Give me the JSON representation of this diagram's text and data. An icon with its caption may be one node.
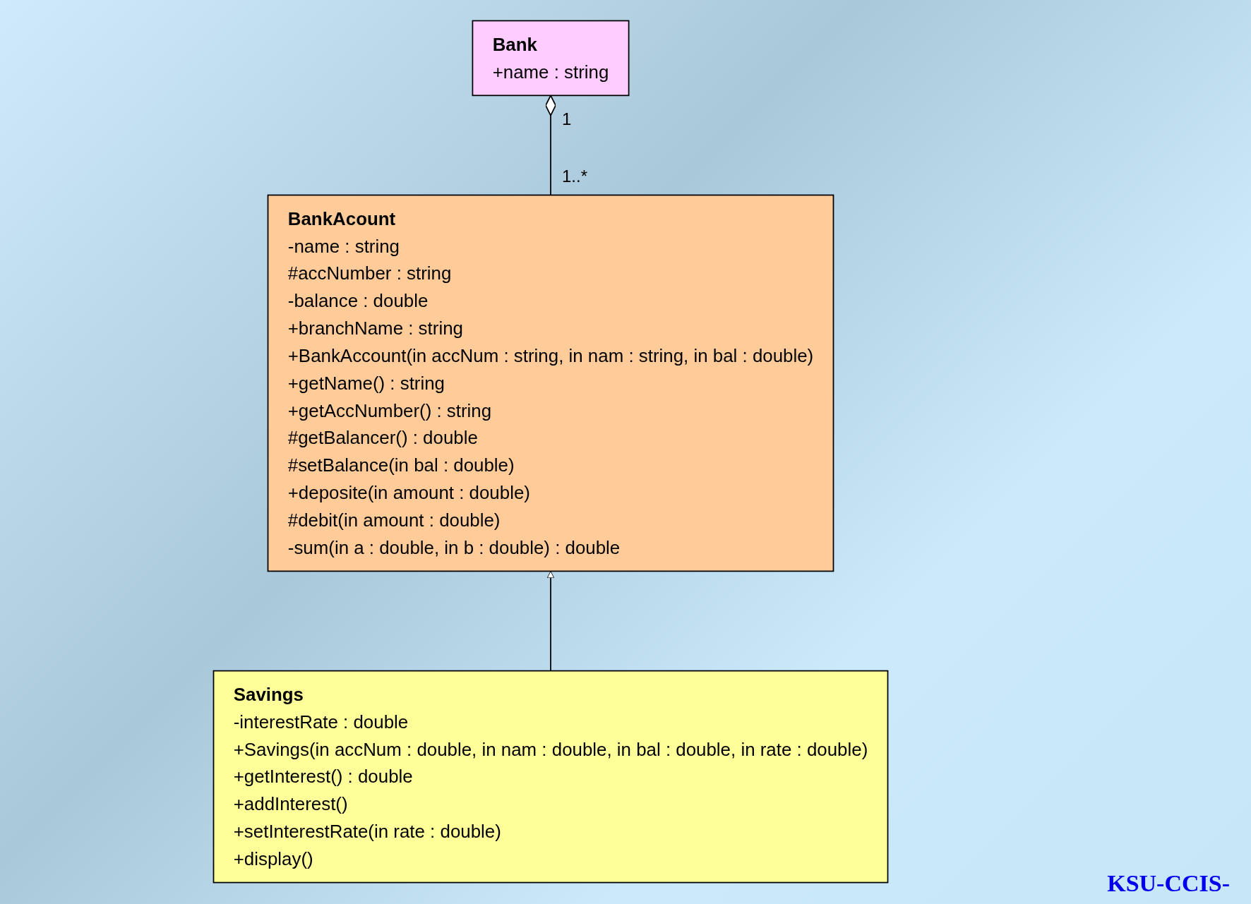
{
  "diagram": {
    "nodes": [
      {
        "text": [
          "Bank",
          "+name : string"
        ]
      },
      {
        "text": [
          "BankAcount",
          "-name : string",
          "#accNumber : string",
          "-balance : double",
          "+branchName : string",
          "+BankAccount(in accNum : string, in nam : string, in bal : double)",
          "+getName() : string",
          "+getAccNumber() : string",
          "#getBalancer() : double",
          "#setBalance(in bal : double)",
          "+deposite(in amount : double)",
          "#debit(in amount : double)",
          "-sum(in a : double, in b : double) : double"
        ]
      },
      {
        "text": [
          "Savings",
          "-interestRate : double",
          "+Savings(in accNum : double, in nam : double, in bal : double, in rate : double)",
          "+getInterest() : double",
          "+addInterest()",
          "+setInterestRate(in rate : double)",
          "+display()"
        ]
      }
    ],
    "edges": [
      {
        "from": 1,
        "to": 0,
        "arrow": "other"
      },
      {
        "from": 2,
        "to": 1,
        "arrow": "to"
      }
    ],
    "labels": [
      "1",
      "1..*",
      "KSU-CCIS-"
    ]
  }
}
